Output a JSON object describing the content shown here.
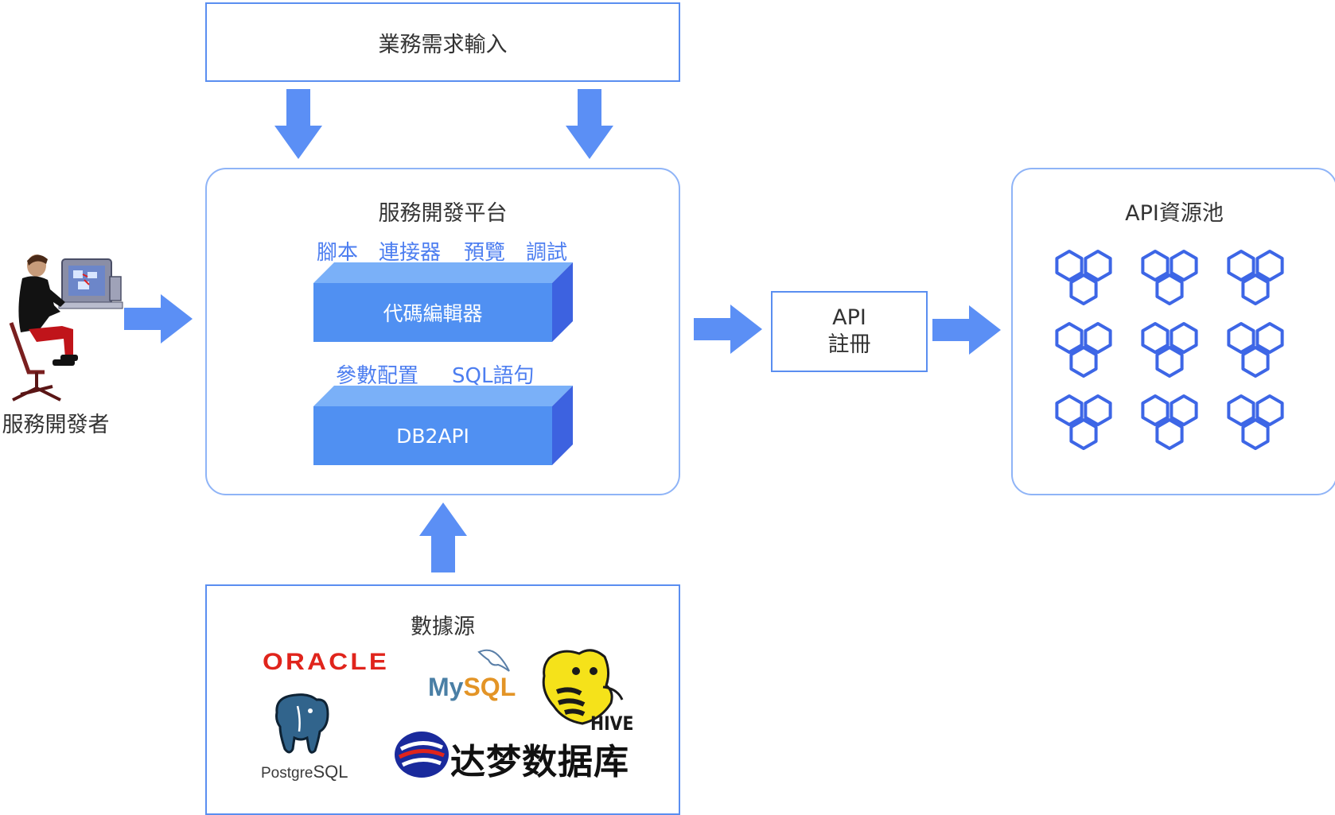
{
  "business_input": {
    "label": "業務需求輸入"
  },
  "developer": {
    "label": "服務開發者",
    "icon": "developer-at-computer-icon"
  },
  "platform": {
    "title": "服務開發平台",
    "features_top": [
      "腳本",
      "連接器",
      "預覽",
      "調試"
    ],
    "editor_label": "代碼編輯器",
    "features_bottom": [
      "參數配置",
      "SQL語句"
    ],
    "db2api_label": "DB2API"
  },
  "registration": {
    "line1": "API",
    "line2": "註冊"
  },
  "pool": {
    "title": "API資源池",
    "icon": "hexagon-cluster-icon",
    "icon_count": 9
  },
  "datasource": {
    "title": "數據源",
    "logos": {
      "oracle": "ORACLE",
      "mysql_my": "My",
      "mysql_sql": "SQL",
      "hive": "HIVE",
      "postgres_a": "Postgre",
      "postgres_b": "SQL",
      "dameng": "达梦数据库"
    }
  },
  "colors": {
    "arrow": "#5b8ff5",
    "box_border": "#5a8ef0",
    "panel_border": "#8fb4f7",
    "slab_front": "#5090f2",
    "slab_top": "#7ab0f8",
    "slab_side": "#3d62e0",
    "hex": "#3d66e6",
    "label_blue": "#4d7ef0"
  }
}
